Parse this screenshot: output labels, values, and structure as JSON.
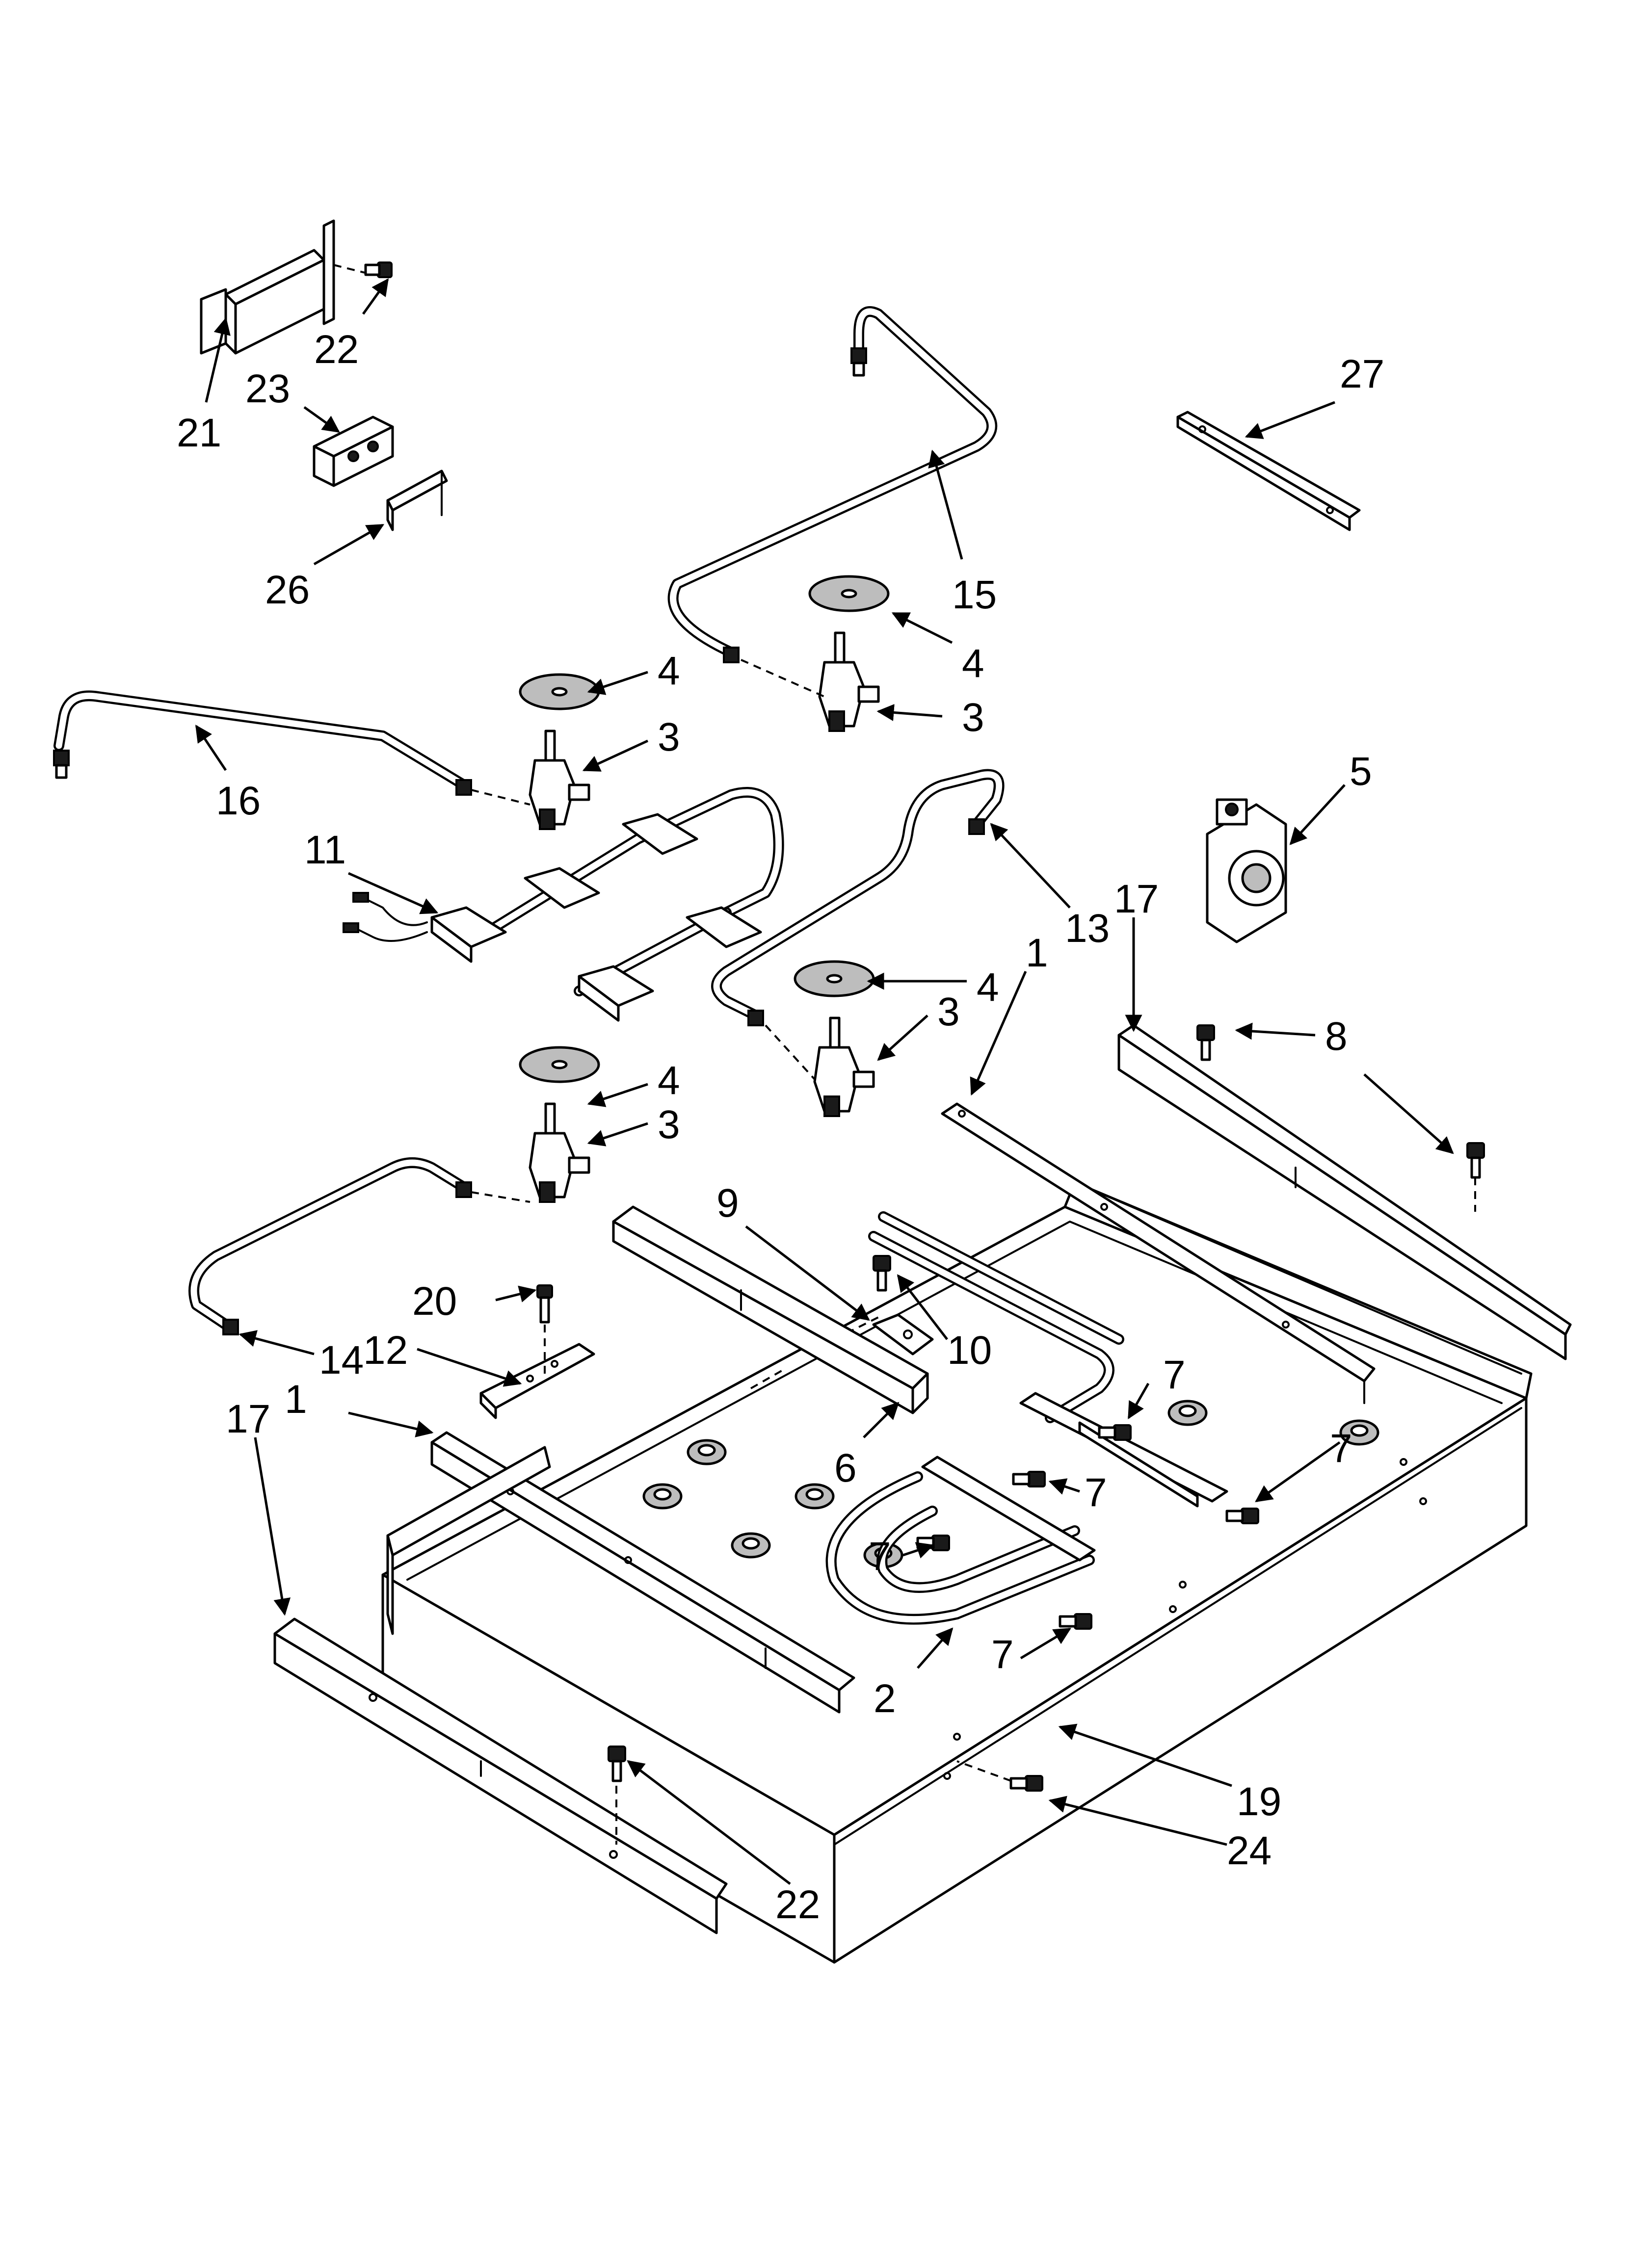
{
  "callouts": [
    {
      "id": "c-21",
      "text": "21"
    },
    {
      "id": "c-22-top",
      "text": "22"
    },
    {
      "id": "c-23",
      "text": "23"
    },
    {
      "id": "c-26",
      "text": "26"
    },
    {
      "id": "c-15",
      "text": "15"
    },
    {
      "id": "c-27",
      "text": "27"
    },
    {
      "id": "c-4-a",
      "text": "4"
    },
    {
      "id": "c-3-a",
      "text": "3"
    },
    {
      "id": "c-4-b",
      "text": "4"
    },
    {
      "id": "c-3-b",
      "text": "3"
    },
    {
      "id": "c-16",
      "text": "16"
    },
    {
      "id": "c-5",
      "text": "5"
    },
    {
      "id": "c-11",
      "text": "11"
    },
    {
      "id": "c-13",
      "text": "13"
    },
    {
      "id": "c-17-right",
      "text": "17"
    },
    {
      "id": "c-1-right",
      "text": "1"
    },
    {
      "id": "c-4-c",
      "text": "4"
    },
    {
      "id": "c-3-c",
      "text": "3"
    },
    {
      "id": "c-8",
      "text": "8"
    },
    {
      "id": "c-4-d",
      "text": "4"
    },
    {
      "id": "c-3-d",
      "text": "3"
    },
    {
      "id": "c-9",
      "text": "9"
    },
    {
      "id": "c-20",
      "text": "20"
    },
    {
      "id": "c-10",
      "text": "10"
    },
    {
      "id": "c-14",
      "text": "14"
    },
    {
      "id": "c-12",
      "text": "12"
    },
    {
      "id": "c-1-left",
      "text": "1"
    },
    {
      "id": "c-17-left",
      "text": "17"
    },
    {
      "id": "c-7-a",
      "text": "7"
    },
    {
      "id": "c-7-b",
      "text": "7"
    },
    {
      "id": "c-6",
      "text": "6"
    },
    {
      "id": "c-7-c",
      "text": "7"
    },
    {
      "id": "c-7-d",
      "text": "7"
    },
    {
      "id": "c-7-e",
      "text": "7"
    },
    {
      "id": "c-2",
      "text": "2"
    },
    {
      "id": "c-19",
      "text": "19"
    },
    {
      "id": "c-24",
      "text": "24"
    },
    {
      "id": "c-22-bottom",
      "text": "22"
    }
  ]
}
